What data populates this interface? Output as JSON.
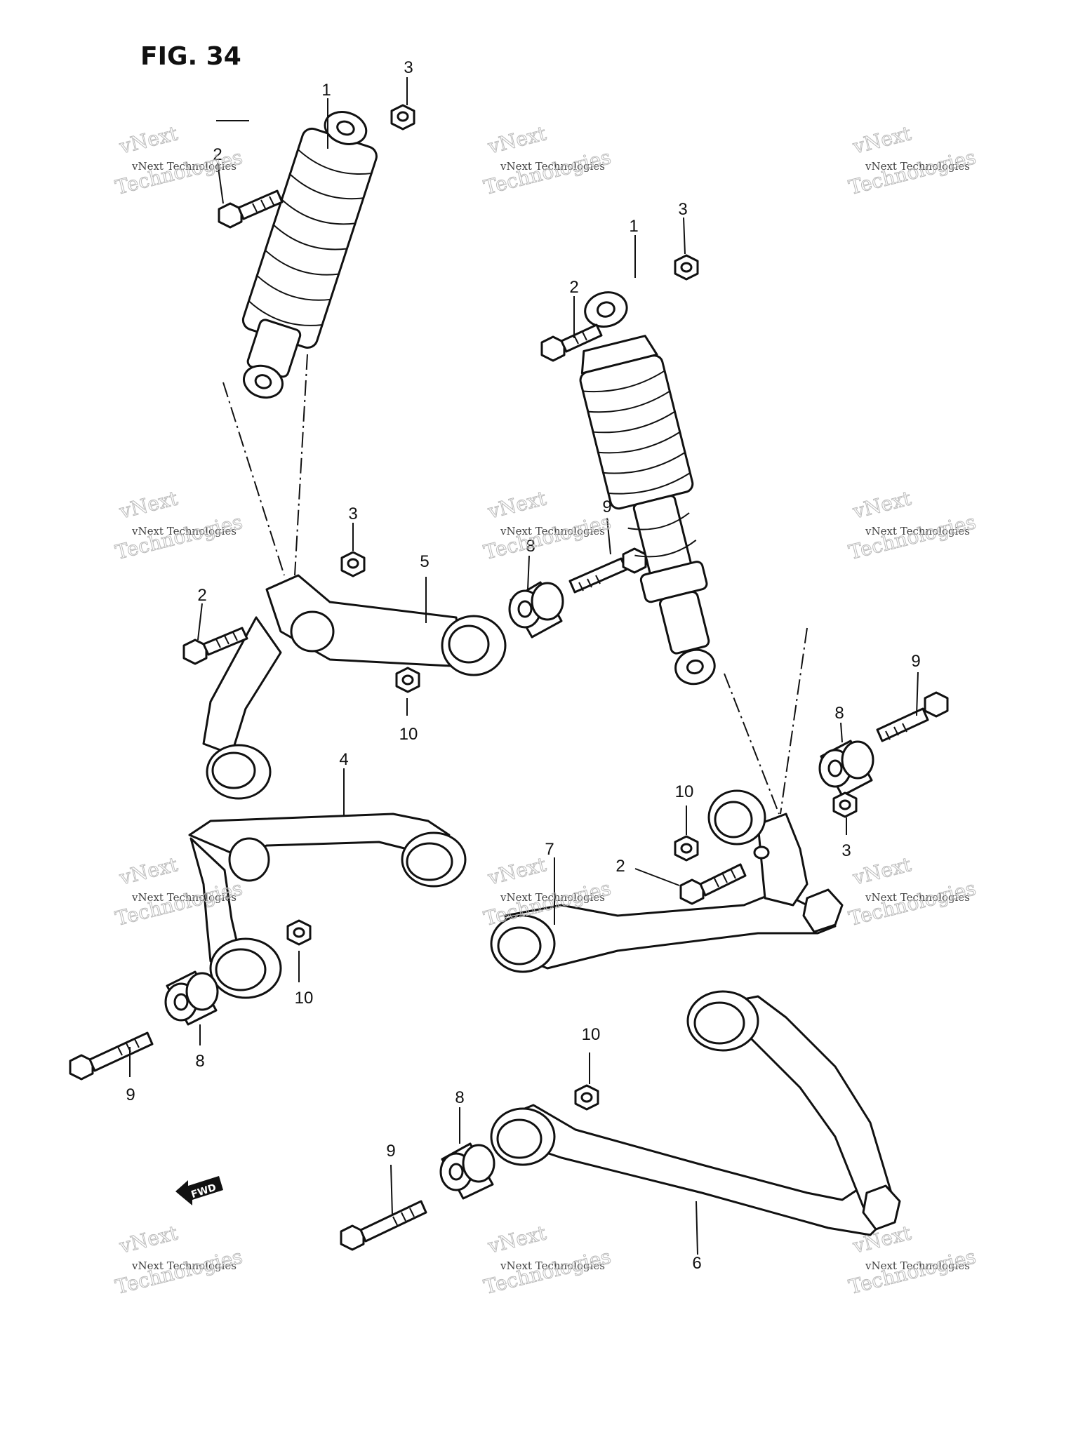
{
  "figure_title": "FIG. 34",
  "fwd_label": "FWD",
  "watermark": {
    "line1": "vNext Technologies",
    "line2": "vNext\nTechnologies"
  },
  "callouts": {
    "c1a": "1",
    "c3a": "3",
    "c2a": "2",
    "c1b": "1",
    "c3b": "3",
    "c2b": "2",
    "c3c": "3",
    "c2c": "2",
    "c5": "5",
    "c8a": "8",
    "c9a": "9",
    "c10a": "10",
    "c4": "4",
    "c10b": "10",
    "c8b": "8",
    "c9b": "9",
    "c9c": "9",
    "c8c": "8",
    "c10c": "10",
    "c3d": "3",
    "c7": "7",
    "c2d": "2",
    "c10d": "10",
    "c8d": "8",
    "c9d": "9",
    "c6": "6"
  }
}
